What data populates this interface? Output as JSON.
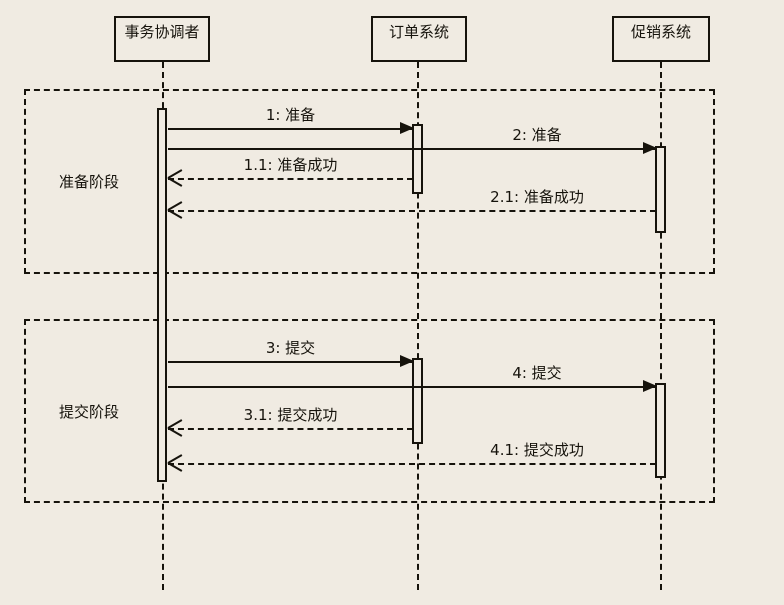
{
  "diagram": {
    "type": "uml-sequence",
    "actors": [
      {
        "name": "事务协调者"
      },
      {
        "name": "订单系统"
      },
      {
        "name": "促销系统"
      }
    ],
    "phases": [
      {
        "label": "准备阶段"
      },
      {
        "label": "提交阶段"
      }
    ],
    "messages": [
      {
        "label": "1: 准备",
        "type": "sync",
        "from": "事务协调者",
        "to": "订单系统"
      },
      {
        "label": "2: 准备",
        "type": "sync",
        "from": "事务协调者",
        "to": "促销系统"
      },
      {
        "label": "1.1: 准备成功",
        "type": "return",
        "from": "订单系统",
        "to": "事务协调者"
      },
      {
        "label": "2.1: 准备成功",
        "type": "return",
        "from": "促销系统",
        "to": "事务协调者"
      },
      {
        "label": "3: 提交",
        "type": "sync",
        "from": "事务协调者",
        "to": "订单系统"
      },
      {
        "label": "4: 提交",
        "type": "sync",
        "from": "事务协调者",
        "to": "促销系统"
      },
      {
        "label": "3.1: 提交成功",
        "type": "return",
        "from": "订单系统",
        "to": "事务协调者"
      },
      {
        "label": "4.1: 提交成功",
        "type": "return",
        "from": "促销系统",
        "to": "事务协调者"
      }
    ],
    "colors": {
      "background": "#f0ebe2",
      "line": "#16130c",
      "fill": "#f0ebe2"
    }
  }
}
